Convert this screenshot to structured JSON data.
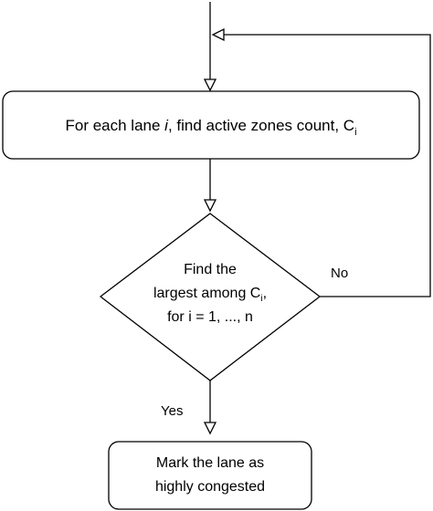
{
  "diagram": {
    "process_box": {
      "prefix": "For each lane ",
      "italic_var": "i",
      "middle": ", find active zones count, C",
      "subscript": "i"
    },
    "decision": {
      "line1": "Find the",
      "line2_prefix": "largest among C",
      "line2_subscript": "i",
      "line2_suffix": ",",
      "line3": "for i = 1, ..., n"
    },
    "result_box": {
      "line1": "Mark the lane as",
      "line2": "highly congested"
    },
    "edges": {
      "no_label": "No",
      "yes_label": "Yes"
    },
    "colors": {
      "stroke": "#000000",
      "fill": "#ffffff",
      "text": "#000000"
    }
  }
}
